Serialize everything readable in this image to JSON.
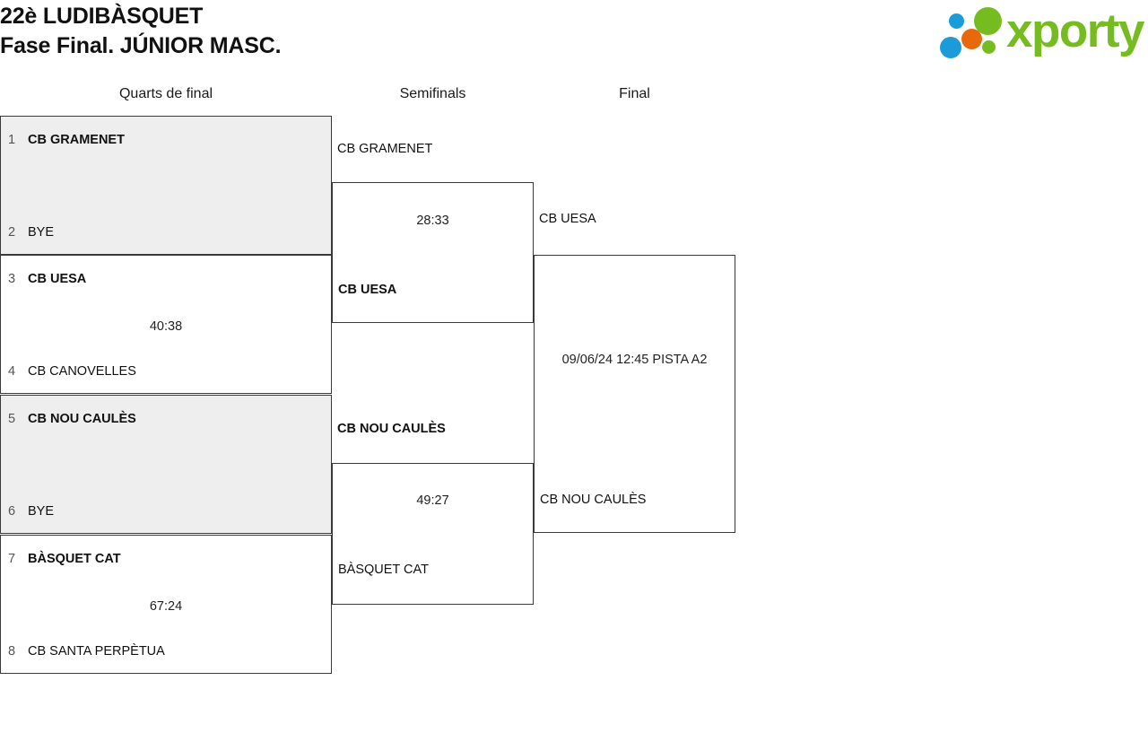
{
  "header": {
    "title_line1": "22è LUDIBÀSQUET",
    "title_line2": "Fase Final. JÚNIOR MASC.",
    "logo_text": "xporty",
    "logo_colors": {
      "blue": "#1b9cd8",
      "orange": "#e8690b",
      "green": "#76bc21"
    }
  },
  "columns": {
    "quarterfinals": "Quarts de final",
    "semifinals": "Semifinals",
    "final": "Final"
  },
  "quarterfinals": [
    {
      "shaded": true,
      "top": {
        "seed": "1",
        "team": "CB GRAMENET",
        "winner": true
      },
      "bottom": {
        "seed": "2",
        "team": "BYE",
        "winner": false
      },
      "score": ""
    },
    {
      "shaded": false,
      "top": {
        "seed": "3",
        "team": "CB UESA",
        "winner": true
      },
      "bottom": {
        "seed": "4",
        "team": "CB CANOVELLES",
        "winner": false
      },
      "score": "40:38"
    },
    {
      "shaded": true,
      "top": {
        "seed": "5",
        "team": "CB NOU CAULÈS",
        "winner": true
      },
      "bottom": {
        "seed": "6",
        "team": "BYE",
        "winner": false
      },
      "score": ""
    },
    {
      "shaded": false,
      "top": {
        "seed": "7",
        "team": "BÀSQUET CAT",
        "winner": true
      },
      "bottom": {
        "seed": "8",
        "team": "CB SANTA PERPÈTUA",
        "winner": false
      },
      "score": "67:24"
    }
  ],
  "semifinals": [
    {
      "top_team": "CB GRAMENET",
      "top_winner": false,
      "bottom_team": "CB UESA",
      "bottom_winner": true,
      "score": "28:33"
    },
    {
      "top_team": "CB NOU CAULÈS",
      "top_winner": true,
      "bottom_team": "BÀSQUET CAT",
      "bottom_winner": false,
      "score": "49:27"
    }
  ],
  "final": {
    "top_team": "CB UESA",
    "top_winner": false,
    "bottom_team": "CB NOU CAULÈS",
    "bottom_winner": false,
    "info": "09/06/24 12:45 PISTA A2"
  }
}
